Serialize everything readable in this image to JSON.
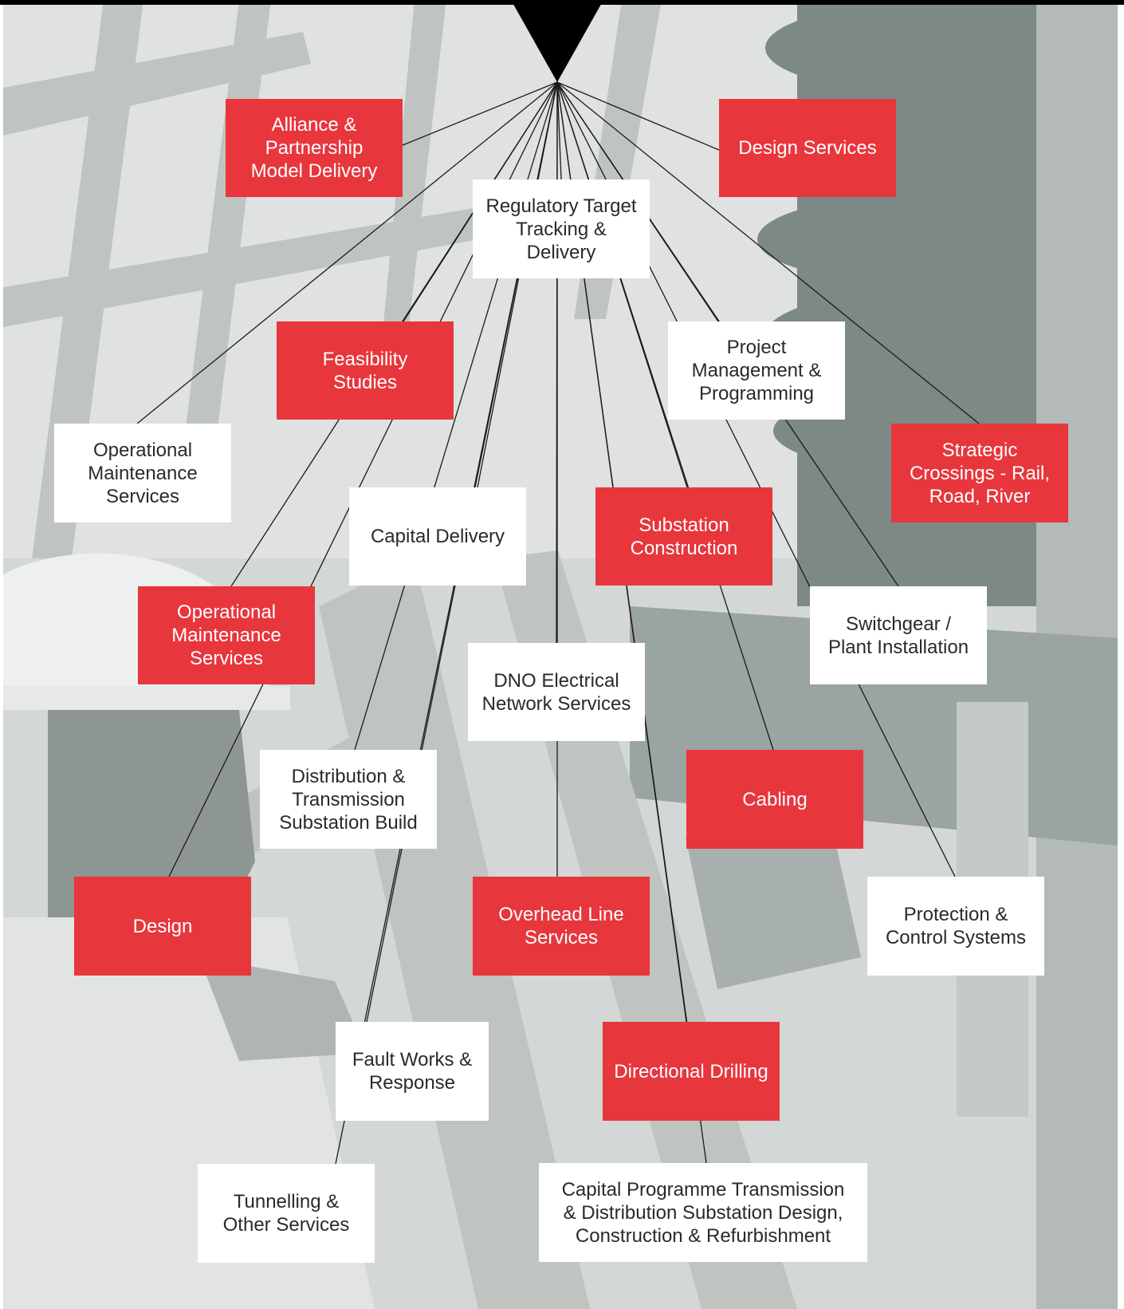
{
  "diagram": {
    "hub_color": "#000000",
    "colors": {
      "red": "#e8363d",
      "white": "#ffffff",
      "line": "#1a1a1a"
    },
    "nodes": [
      {
        "id": "alliance",
        "label": "Alliance &\nPartnership\nModel Delivery",
        "style": "red"
      },
      {
        "id": "design-services",
        "label": "Design Services",
        "style": "red"
      },
      {
        "id": "regulatory",
        "label": "Regulatory Target\nTracking & Delivery",
        "style": "white"
      },
      {
        "id": "feasibility",
        "label": "Feasibility\nStudies",
        "style": "red"
      },
      {
        "id": "project-mgmt",
        "label": "Project\nManagement &\nProgramming",
        "style": "white"
      },
      {
        "id": "op-maint-1",
        "label": "Operational\nMaintenance\nServices",
        "style": "white"
      },
      {
        "id": "strategic",
        "label": "Strategic\nCrossings - Rail,\nRoad, River",
        "style": "red"
      },
      {
        "id": "capital-delivery",
        "label": "Capital Delivery",
        "style": "white"
      },
      {
        "id": "substation-construction",
        "label": "Substation\nConstruction",
        "style": "red"
      },
      {
        "id": "op-maint-2",
        "label": "Operational\nMaintenance\nServices",
        "style": "red"
      },
      {
        "id": "switchgear",
        "label": "Switchgear /\nPlant Installation",
        "style": "white"
      },
      {
        "id": "dno",
        "label": "DNO Electrical\nNetwork Services",
        "style": "white"
      },
      {
        "id": "dist-trans",
        "label": "Distribution &\nTransmission\nSubstation Build",
        "style": "white"
      },
      {
        "id": "cabling",
        "label": "Cabling",
        "style": "red"
      },
      {
        "id": "design",
        "label": "Design",
        "style": "red"
      },
      {
        "id": "overhead",
        "label": "Overhead Line\nServices",
        "style": "red"
      },
      {
        "id": "protection",
        "label": "Protection &\nControl Systems",
        "style": "white"
      },
      {
        "id": "fault-works",
        "label": "Fault Works &\nResponse",
        "style": "white"
      },
      {
        "id": "directional",
        "label": "Directional Drilling",
        "style": "red"
      },
      {
        "id": "tunnelling",
        "label": "Tunnelling &\nOther Services",
        "style": "white"
      },
      {
        "id": "capital-programme",
        "label": "Capital Programme Transmission\n& Distribution Substation Design,\nConstruction & Refurbishment",
        "style": "white"
      }
    ]
  }
}
